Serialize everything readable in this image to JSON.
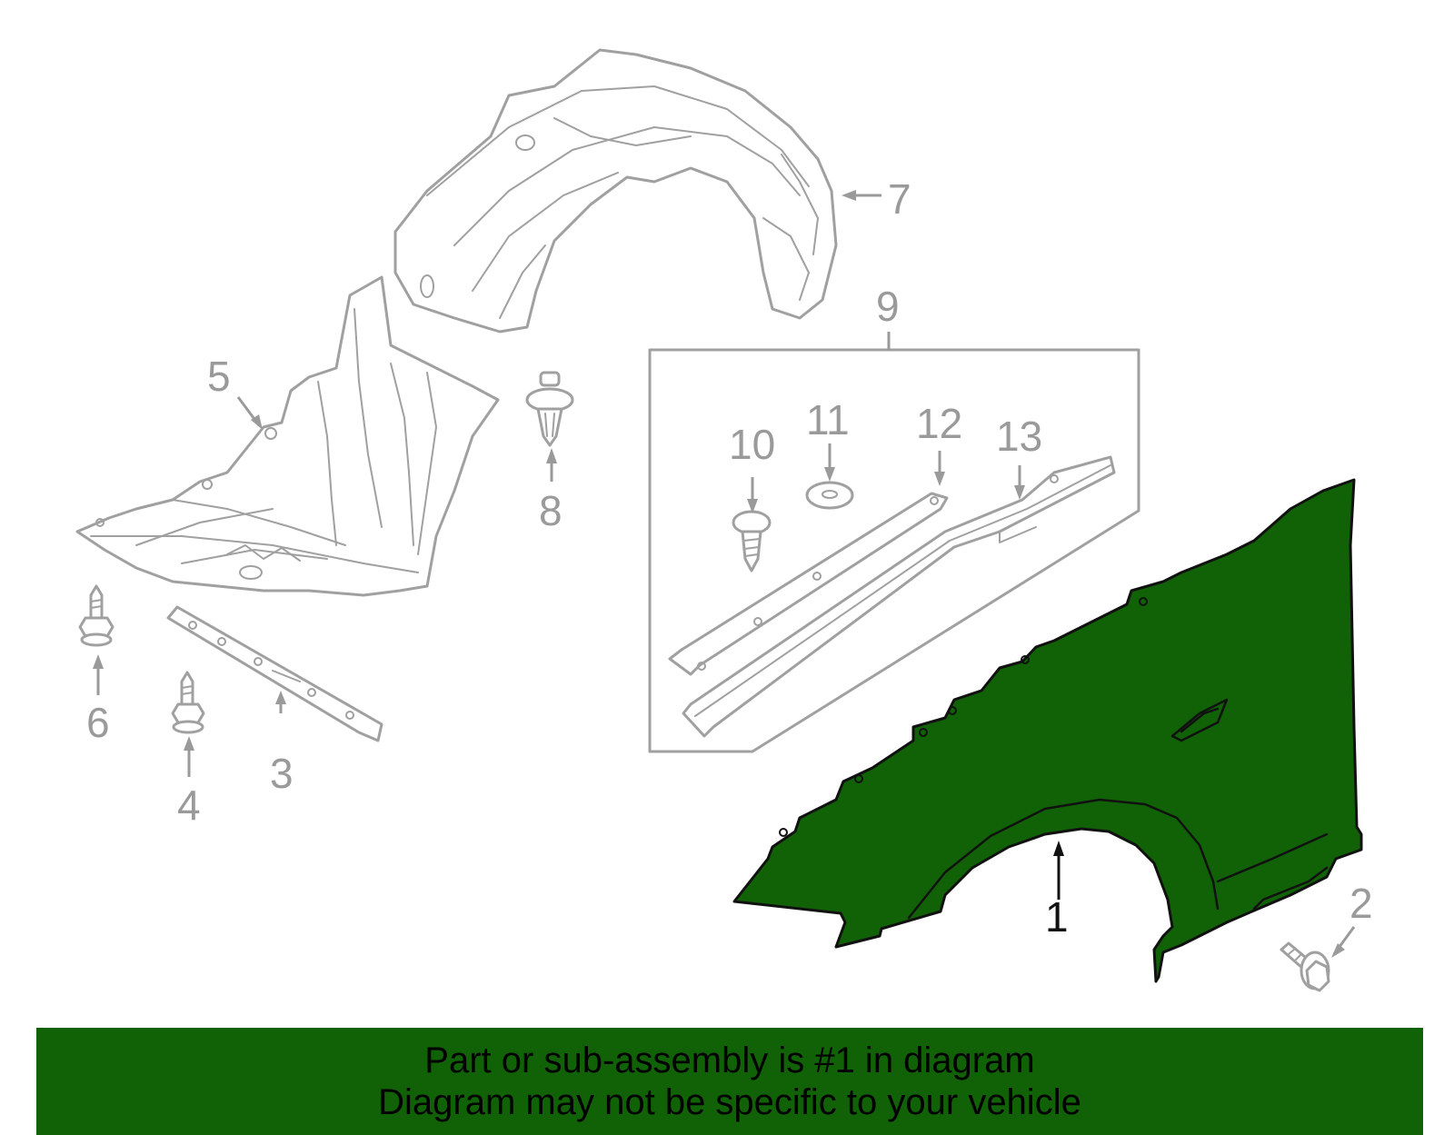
{
  "diagram": {
    "callouts": [
      {
        "id": "1",
        "label": "1"
      },
      {
        "id": "2",
        "label": "2"
      },
      {
        "id": "3",
        "label": "3"
      },
      {
        "id": "4",
        "label": "4"
      },
      {
        "id": "5",
        "label": "5"
      },
      {
        "id": "6",
        "label": "6"
      },
      {
        "id": "7",
        "label": "7"
      },
      {
        "id": "8",
        "label": "8"
      },
      {
        "id": "9",
        "label": "9"
      },
      {
        "id": "10",
        "label": "10"
      },
      {
        "id": "11",
        "label": "11"
      },
      {
        "id": "12",
        "label": "12"
      },
      {
        "id": "13",
        "label": "13"
      }
    ],
    "highlighted_part": "1"
  },
  "banner": {
    "line1": "Part or sub-assembly is #1 in diagram",
    "line2": "Diagram may not be specific to your vehicle"
  },
  "colors": {
    "highlight": "#116106",
    "part_outline": "#a0a0a0",
    "callout_text": "#9a9a9a"
  }
}
